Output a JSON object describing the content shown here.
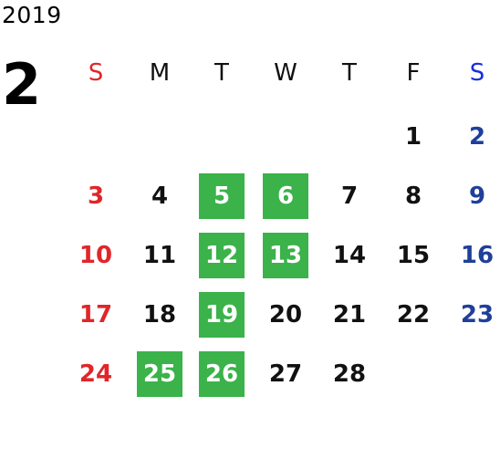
{
  "calendar": {
    "year": "2019",
    "month": "2",
    "weekdays": [
      "S",
      "M",
      "T",
      "W",
      "T",
      "F",
      "S"
    ],
    "colors": {
      "sunday": "#e0262a",
      "saturday": "#1f3f9a",
      "saturday_header": "#1a2ee0",
      "highlight": "#3bb24a"
    },
    "weeks": [
      [
        "",
        "",
        "",
        "",
        "",
        "1",
        "2"
      ],
      [
        "3",
        "4",
        "5",
        "6",
        "7",
        "8",
        "9"
      ],
      [
        "10",
        "11",
        "12",
        "13",
        "14",
        "15",
        "16"
      ],
      [
        "17",
        "18",
        "19",
        "20",
        "21",
        "22",
        "23"
      ],
      [
        "24",
        "25",
        "26",
        "27",
        "28",
        "",
        ""
      ]
    ],
    "highlighted_days": [
      "5",
      "6",
      "12",
      "13",
      "19",
      "25",
      "26"
    ]
  }
}
